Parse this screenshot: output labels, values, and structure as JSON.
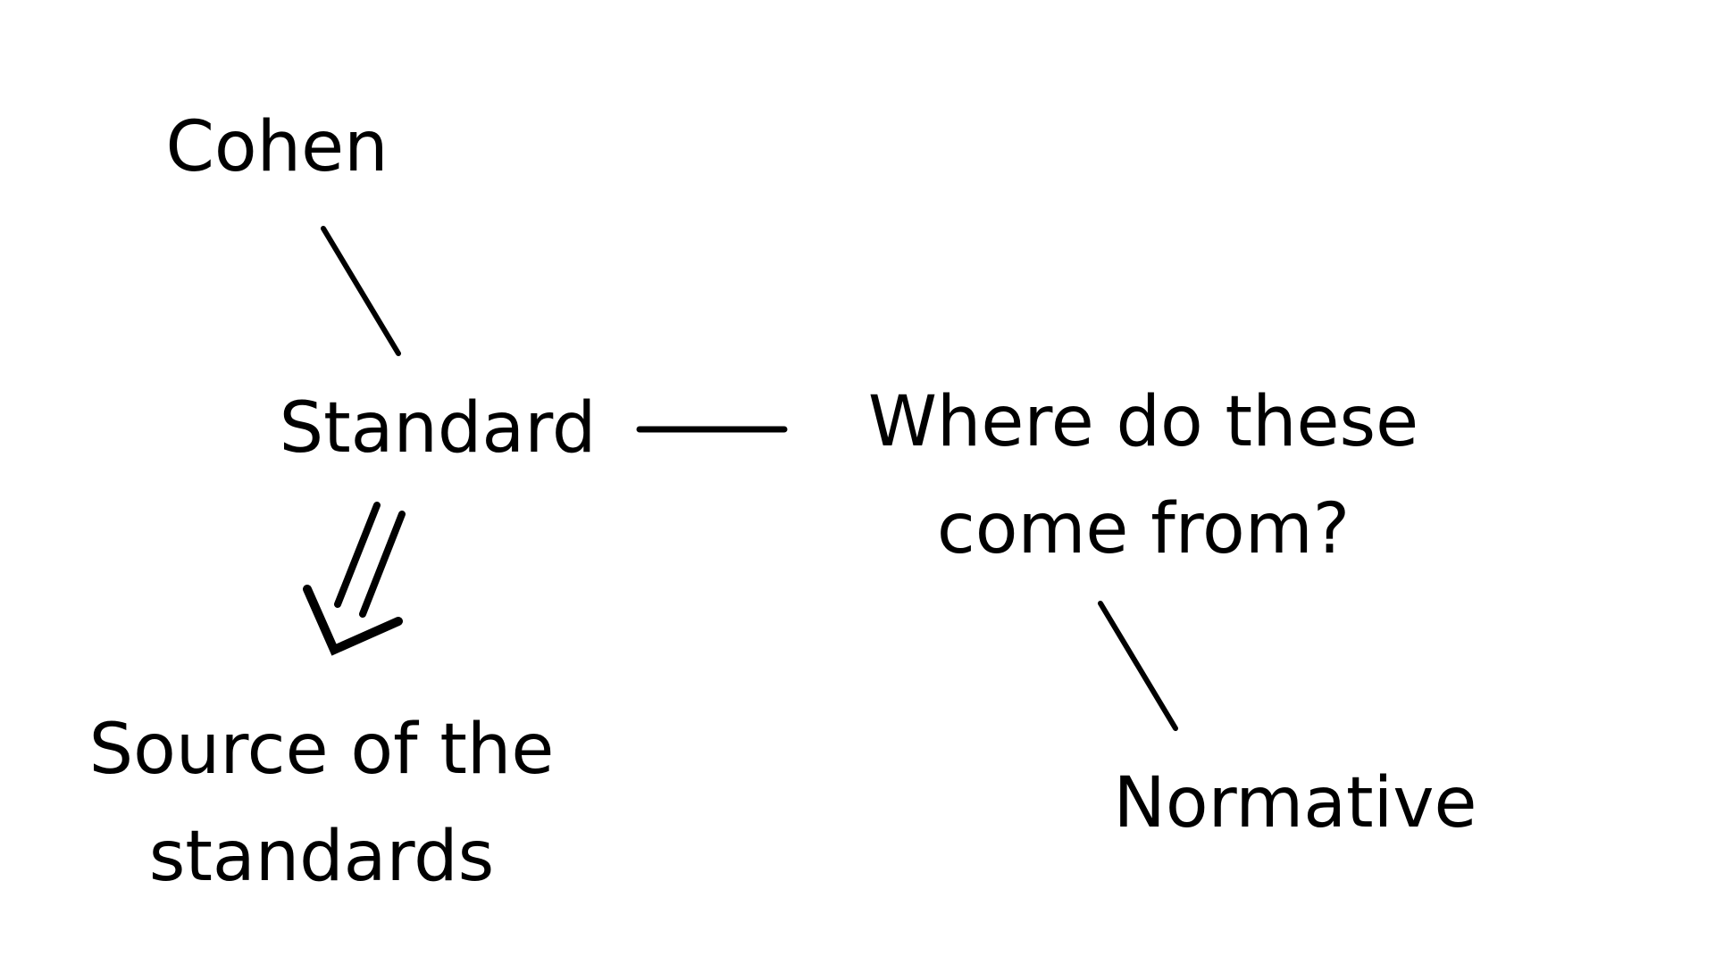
{
  "nodes": {
    "cohen": "Cohen",
    "standard": "Standard",
    "where_line1": "Where do these",
    "where_line2": "come from?",
    "source_line1": "Source of the",
    "source_line2": "standards",
    "normative": "Normative"
  },
  "edges": [
    {
      "from": "Cohen",
      "to": "Standard",
      "style": "line"
    },
    {
      "from": "Standard",
      "to": "Where do these come from?",
      "style": "line"
    },
    {
      "from": "Standard",
      "to": "Source of the standards",
      "style": "double-arrow"
    },
    {
      "from": "Where do these come from?",
      "to": "Normative",
      "style": "line"
    }
  ],
  "colors": {
    "background": "#ffffff",
    "ink": "#000000"
  }
}
